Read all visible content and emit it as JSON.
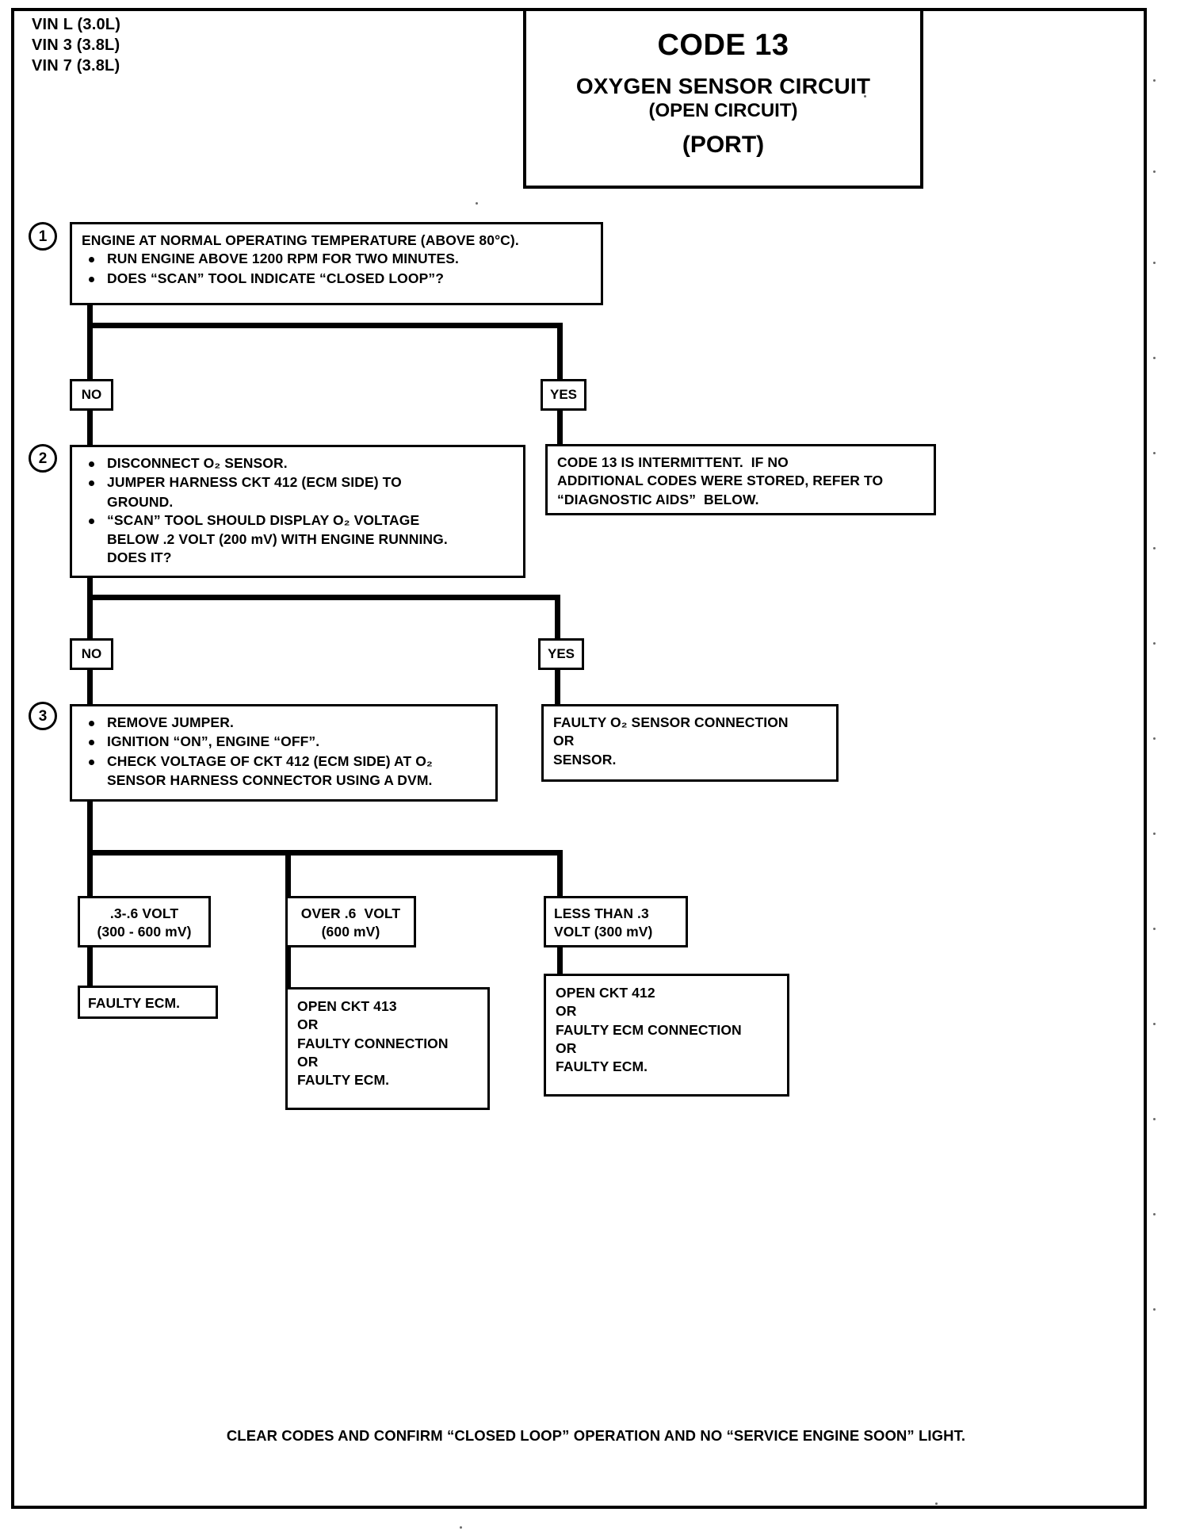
{
  "header": {
    "vin_lines": [
      "VIN L (3.0L)",
      "VIN 3 (3.8L)",
      "VIN 7 (3.8L)"
    ]
  },
  "title_box": {
    "code": "CODE 13",
    "main": "OXYGEN SENSOR CIRCUIT",
    "sub": "(OPEN CIRCUIT)",
    "port": "(PORT)"
  },
  "steps": {
    "step1": {
      "number": "1",
      "heading": "ENGINE AT NORMAL OPERATING TEMPERATURE (ABOVE 80°C).",
      "bullets": [
        "RUN ENGINE ABOVE 1200 RPM FOR TWO MINUTES.",
        "DOES “SCAN” TOOL INDICATE “CLOSED LOOP”?"
      ]
    },
    "step2": {
      "number": "2",
      "bullet1": "DISCONNECT O₂ SENSOR.",
      "bullet2_line1": "JUMPER HARNESS CKT 412 (ECM SIDE) TO",
      "bullet2_line2": "GROUND.",
      "bullet3_line1": "“SCAN” TOOL SHOULD DISPLAY O₂ VOLTAGE",
      "bullet3_line2": "BELOW .2 VOLT (200 mV) WITH ENGINE RUNNING.",
      "bullet3_line3": "DOES IT?"
    },
    "step3": {
      "number": "3",
      "bullet1": "REMOVE JUMPER.",
      "bullet2": "IGNITION “ON”, ENGINE “OFF”.",
      "bullet3_line1": "CHECK VOLTAGE OF CKT 412 (ECM SIDE) AT O₂",
      "bullet3_line2": "SENSOR HARNESS CONNECTOR USING A DVM."
    }
  },
  "branch_labels": {
    "no1": "NO",
    "yes1": "YES",
    "no2": "NO",
    "yes2": "YES"
  },
  "results": {
    "intermittent": {
      "line1": "CODE 13 IS INTERMITTENT.  IF NO",
      "line2": "ADDITIONAL CODES WERE STORED, REFER TO",
      "line3": "“DIAGNOSTIC AIDS”  BELOW."
    },
    "faulty_sensor": {
      "line1": "FAULTY O₂ SENSOR CONNECTION",
      "line2": "OR",
      "line3": "SENSOR."
    },
    "volt_low": {
      "line1": ".3-.6 VOLT",
      "line2": "(300 - 600 mV)"
    },
    "volt_high": {
      "line1": "OVER .6  VOLT",
      "line2": "(600 mV)"
    },
    "volt_lowest": {
      "line1": "LESS THAN .3",
      "line2": "VOLT (300 mV)"
    },
    "faulty_ecm": {
      "line1": "FAULTY ECM."
    },
    "open_413": {
      "line1": "OPEN CKT 413",
      "line2": "OR",
      "line3": "FAULTY CONNECTION",
      "line4": "OR",
      "line5": "FAULTY ECM."
    },
    "open_412": {
      "line1": "OPEN CKT 412",
      "line2": "OR",
      "line3": "FAULTY ECM CONNECTION",
      "line4": "OR",
      "line5": "FAULTY ECM."
    }
  },
  "footer": {
    "note": "CLEAR CODES AND CONFIRM “CLOSED LOOP”  OPERATION AND NO “SERVICE ENGINE SOON” LIGHT."
  },
  "colors": {
    "ink": "#000000",
    "paper": "#ffffff"
  }
}
